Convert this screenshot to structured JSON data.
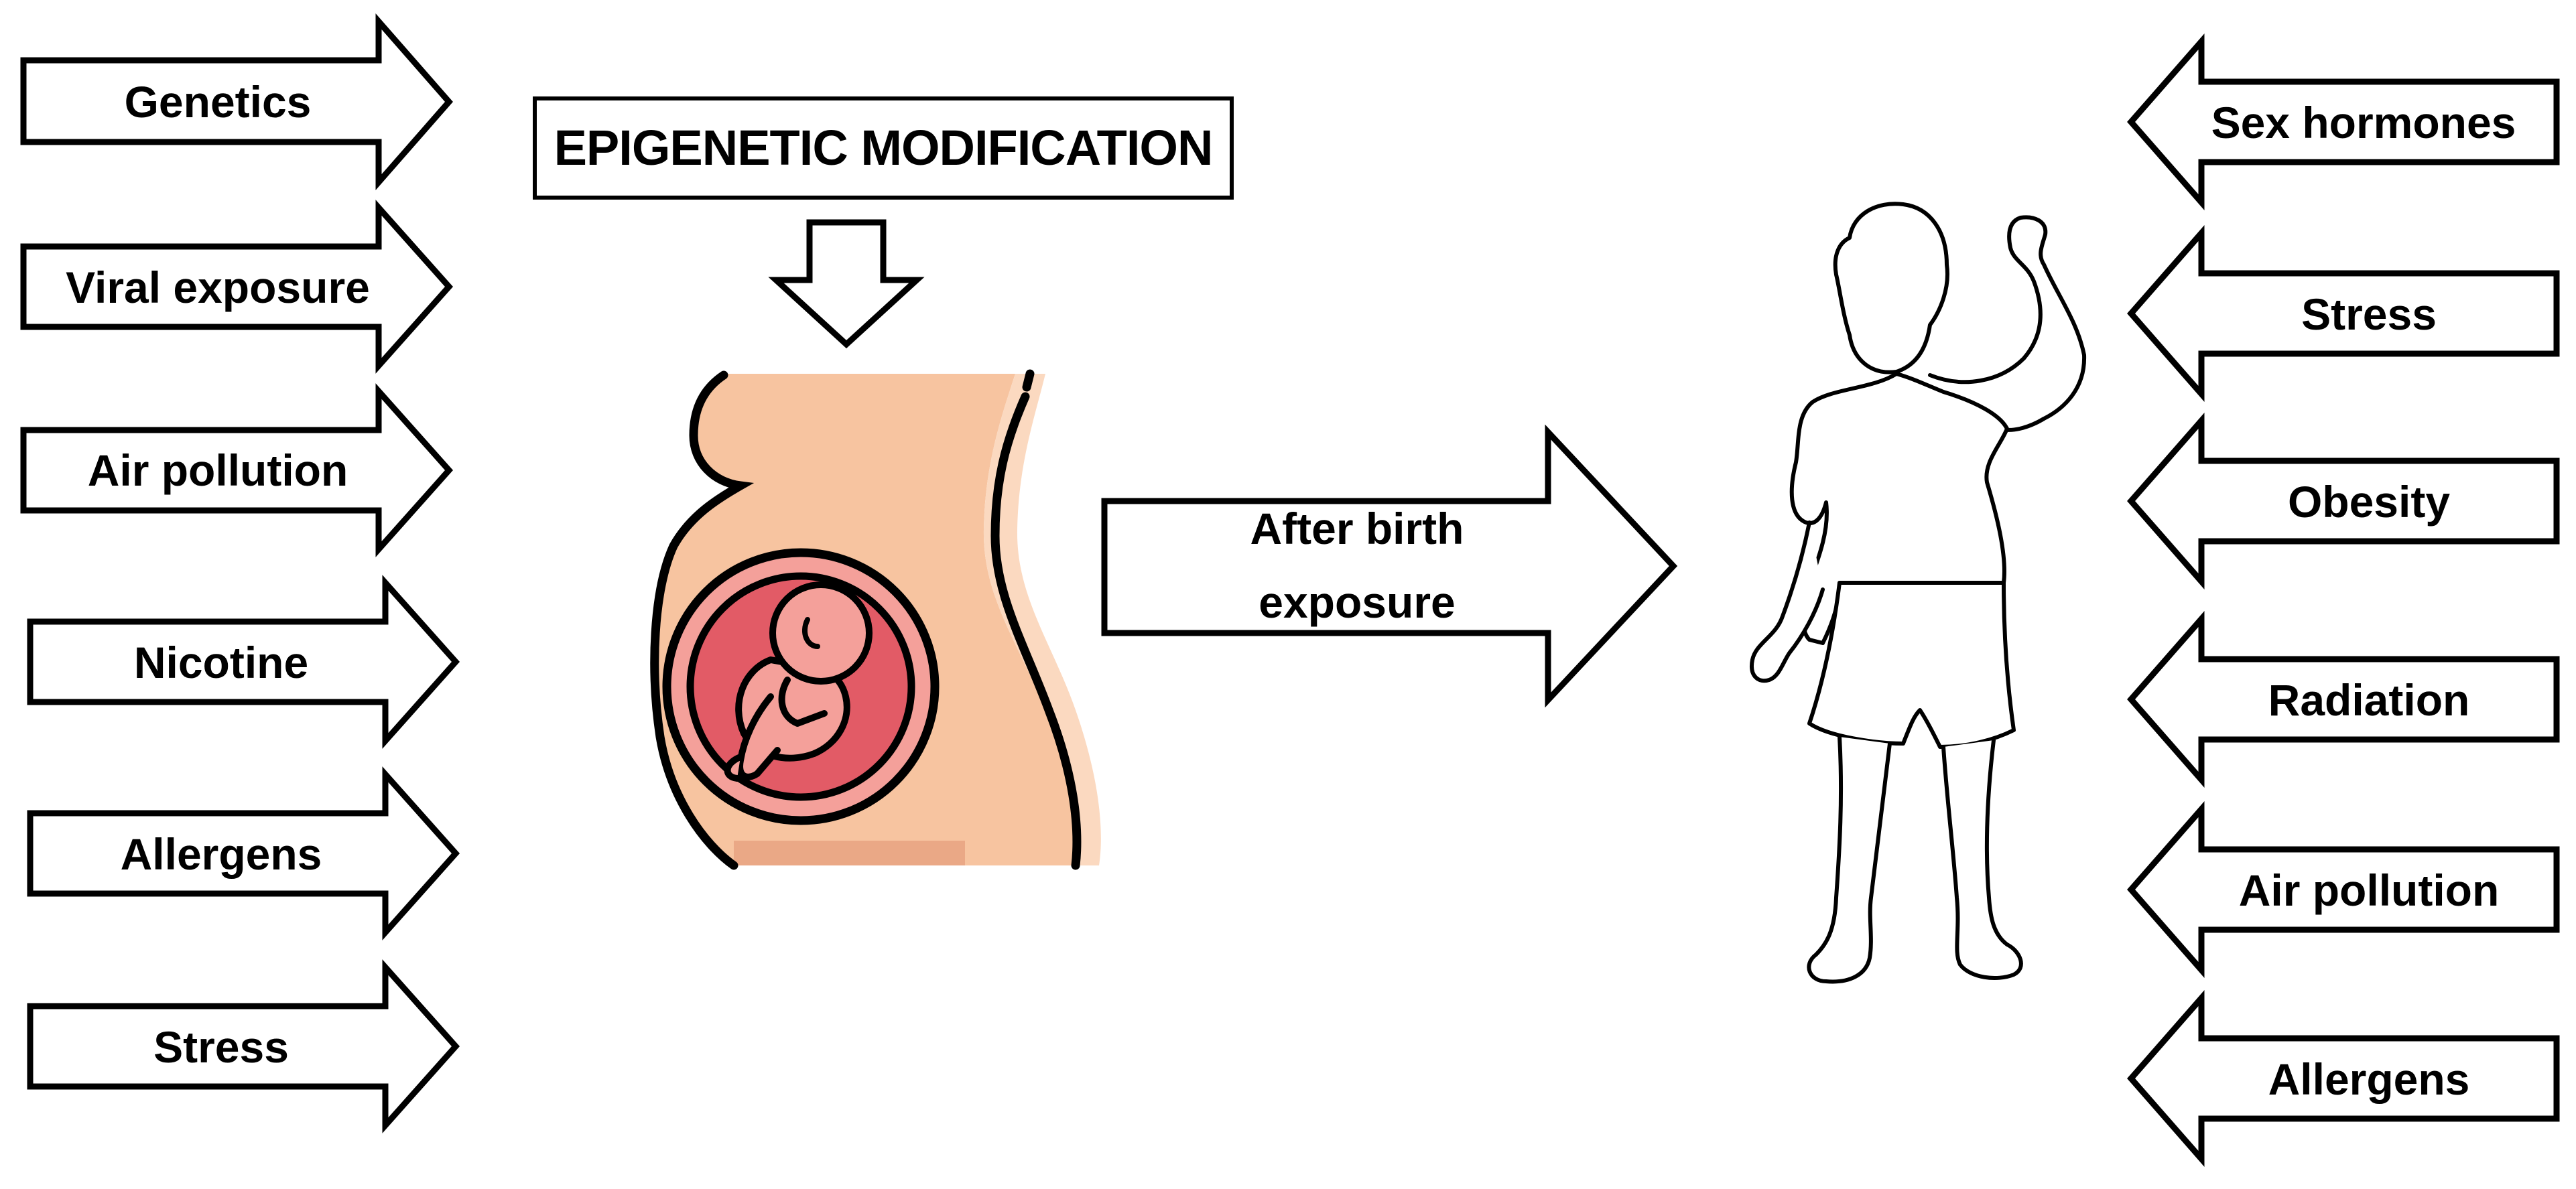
{
  "title": "EPIGENETIC MODIFICATION",
  "prenatal_factors": [
    {
      "label": "Genetics"
    },
    {
      "label": "Viral exposure"
    },
    {
      "label": "Air pollution"
    },
    {
      "label": "Nicotine"
    },
    {
      "label": "Allergens"
    },
    {
      "label": "Stress"
    }
  ],
  "center_arrow": {
    "line1": "After birth",
    "line2": "exposure"
  },
  "postnatal_factors": [
    {
      "label": "Sex hormones"
    },
    {
      "label": "Stress"
    },
    {
      "label": "Obesity"
    },
    {
      "label": "Radiation"
    },
    {
      "label": "Air pollution"
    },
    {
      "label": "Allergens"
    }
  ],
  "icons": {
    "pregnancy": "pregnant-belly-fetus-icon",
    "child": "child-silhouette-icon",
    "down_arrow": "down-arrow-icon"
  },
  "colors": {
    "skin": "#F7C4A0",
    "skin_shadow": "#EAA886",
    "womb": "#F4A09A",
    "fetus": "#E25B66",
    "outline": "#000000",
    "arrow_fill": "#FFFFFF"
  }
}
